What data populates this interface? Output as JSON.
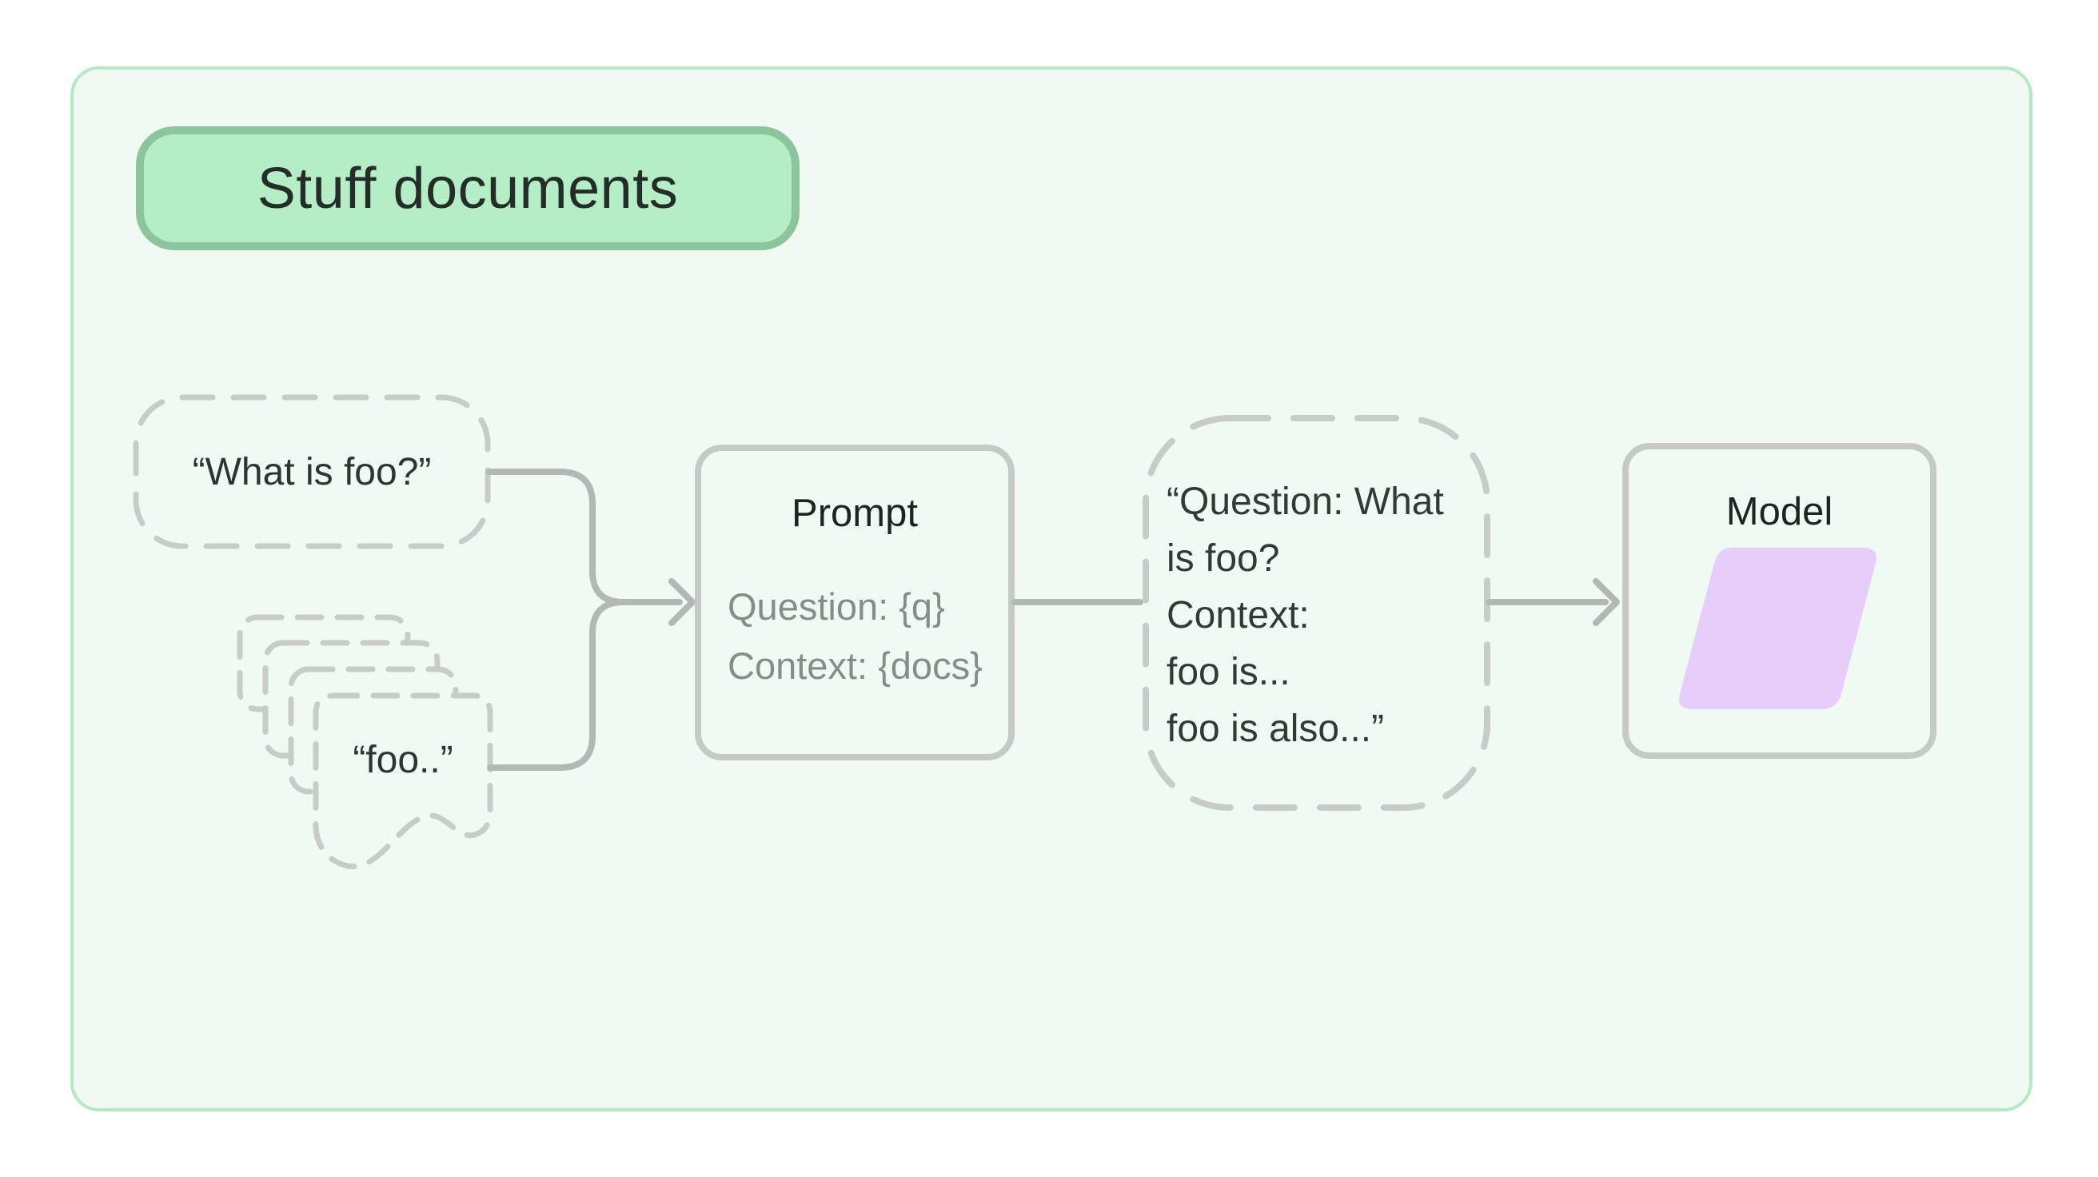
{
  "diagram": {
    "title_badge": "Stuff documents",
    "nodes": {
      "question_input": {
        "label": "“What is foo?”"
      },
      "documents": {
        "label": "“foo..”"
      },
      "prompt": {
        "title": "Prompt",
        "lines": [
          "Question: {q}",
          "Context: {docs}"
        ]
      },
      "stuffed_prompt": {
        "lines": [
          "“Question: What",
          "is foo?",
          "Context:",
          "foo is...",
          "foo is also...”"
        ]
      },
      "model": {
        "title": "Model"
      }
    },
    "colors": {
      "page_background": "#ffffff",
      "panel_fill": "#f0faf3",
      "panel_border": "#b2eac4",
      "badge_fill": "#b5edc6",
      "badge_border": "#8cc49e",
      "dashed_outline": "#c7ccc8",
      "solid_box_border": "#c5cac6",
      "connector_gray": "#b4b8b5",
      "model_parallelogram": "#e7cdf9",
      "text_dark": "#2e3531",
      "text_gray": "#878c88"
    }
  }
}
